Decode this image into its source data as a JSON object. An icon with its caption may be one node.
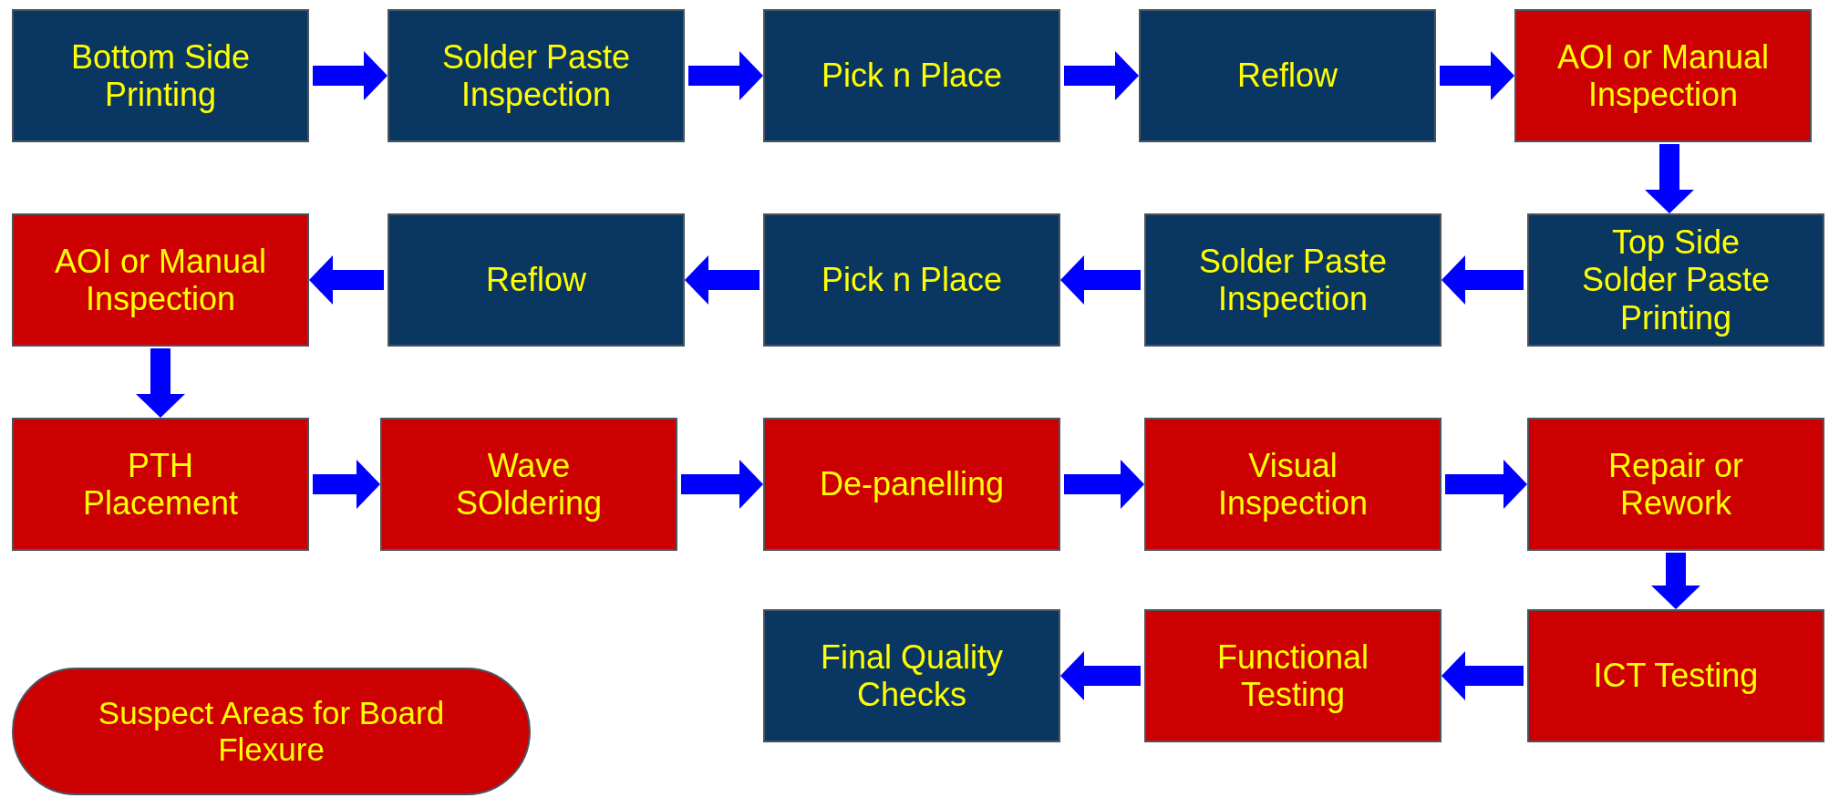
{
  "diagram": {
    "nodes": [
      {
        "text": [
          "Bottom Side Printing"
        ]
      },
      {
        "text": [
          "Solder Paste Inspection"
        ]
      },
      {
        "text": [
          "Pick n Place"
        ]
      },
      {
        "text": [
          "Reflow"
        ]
      },
      {
        "text": [
          "AOI or Manual Inspection"
        ]
      },
      {
        "text": [
          "Top Side Solder Paste Printing"
        ]
      },
      {
        "text": [
          "Solder Paste Inspection"
        ]
      },
      {
        "text": [
          "Pick n Place"
        ]
      },
      {
        "text": [
          "Reflow"
        ]
      },
      {
        "text": [
          "AOI or Manual Inspection"
        ]
      },
      {
        "text": [
          "PTH Placement"
        ]
      },
      {
        "text": [
          "Wave SOldering"
        ]
      },
      {
        "text": [
          "De-panelling"
        ]
      },
      {
        "text": [
          "Visual Inspection"
        ]
      },
      {
        "text": [
          "Repair or Rework"
        ]
      },
      {
        "text": [
          "ICT Testing"
        ]
      },
      {
        "text": [
          "Functional Testing"
        ]
      },
      {
        "text": [
          "Final Quality Checks"
        ]
      }
    ],
    "edges": [
      {
        "from": 0,
        "to": 1,
        "arrow": "to"
      },
      {
        "from": 1,
        "to": 2,
        "arrow": "to"
      },
      {
        "from": 2,
        "to": 3,
        "arrow": "to"
      },
      {
        "from": 3,
        "to": 4,
        "arrow": "to"
      },
      {
        "from": 4,
        "to": 5,
        "arrow": "to"
      },
      {
        "from": 5,
        "to": 6,
        "arrow": "to"
      },
      {
        "from": 6,
        "to": 7,
        "arrow": "to"
      },
      {
        "from": 7,
        "to": 8,
        "arrow": "to"
      },
      {
        "from": 8,
        "to": 9,
        "arrow": "to"
      },
      {
        "from": 9,
        "to": 10,
        "arrow": "to"
      },
      {
        "from": 10,
        "to": 11,
        "arrow": "to"
      },
      {
        "from": 11,
        "to": 12,
        "arrow": "to"
      },
      {
        "from": 12,
        "to": 13,
        "arrow": "to"
      },
      {
        "from": 13,
        "to": 14,
        "arrow": "to"
      },
      {
        "from": 14,
        "to": 15,
        "arrow": "to"
      },
      {
        "from": 15,
        "to": 16,
        "arrow": "to"
      },
      {
        "from": 16,
        "to": 17,
        "arrow": "to"
      }
    ],
    "legend": [
      {
        "text": "Suspect Areas for Board Flexure",
        "color": "#cc0000"
      }
    ]
  }
}
